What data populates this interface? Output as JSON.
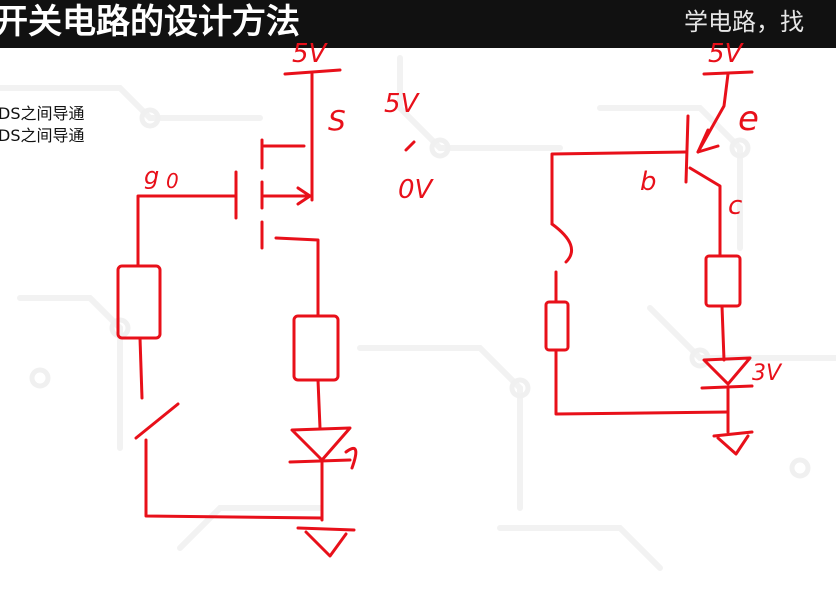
{
  "slide": {
    "title": "开关电路的设计方法",
    "title_right": "学电路，找",
    "notes": [
      "DS之间导通",
      "DS之间导通"
    ]
  },
  "annotations": {
    "mos_source_voltage": "5V",
    "mos_gate_label": "g",
    "mos_gate_value": "0",
    "mos_s_note": "S",
    "mos_s_value": "5V",
    "mos_v_note": "0V",
    "bjt_emitter_voltage": "5V",
    "bjt_e_label": "e",
    "bjt_b_label": "b",
    "bjt_c_label": "c",
    "bjt_led_note": "3V"
  },
  "colors": {
    "ink": "#e8101a",
    "title_bg": "#111111",
    "title_fg": "#ffffff"
  }
}
